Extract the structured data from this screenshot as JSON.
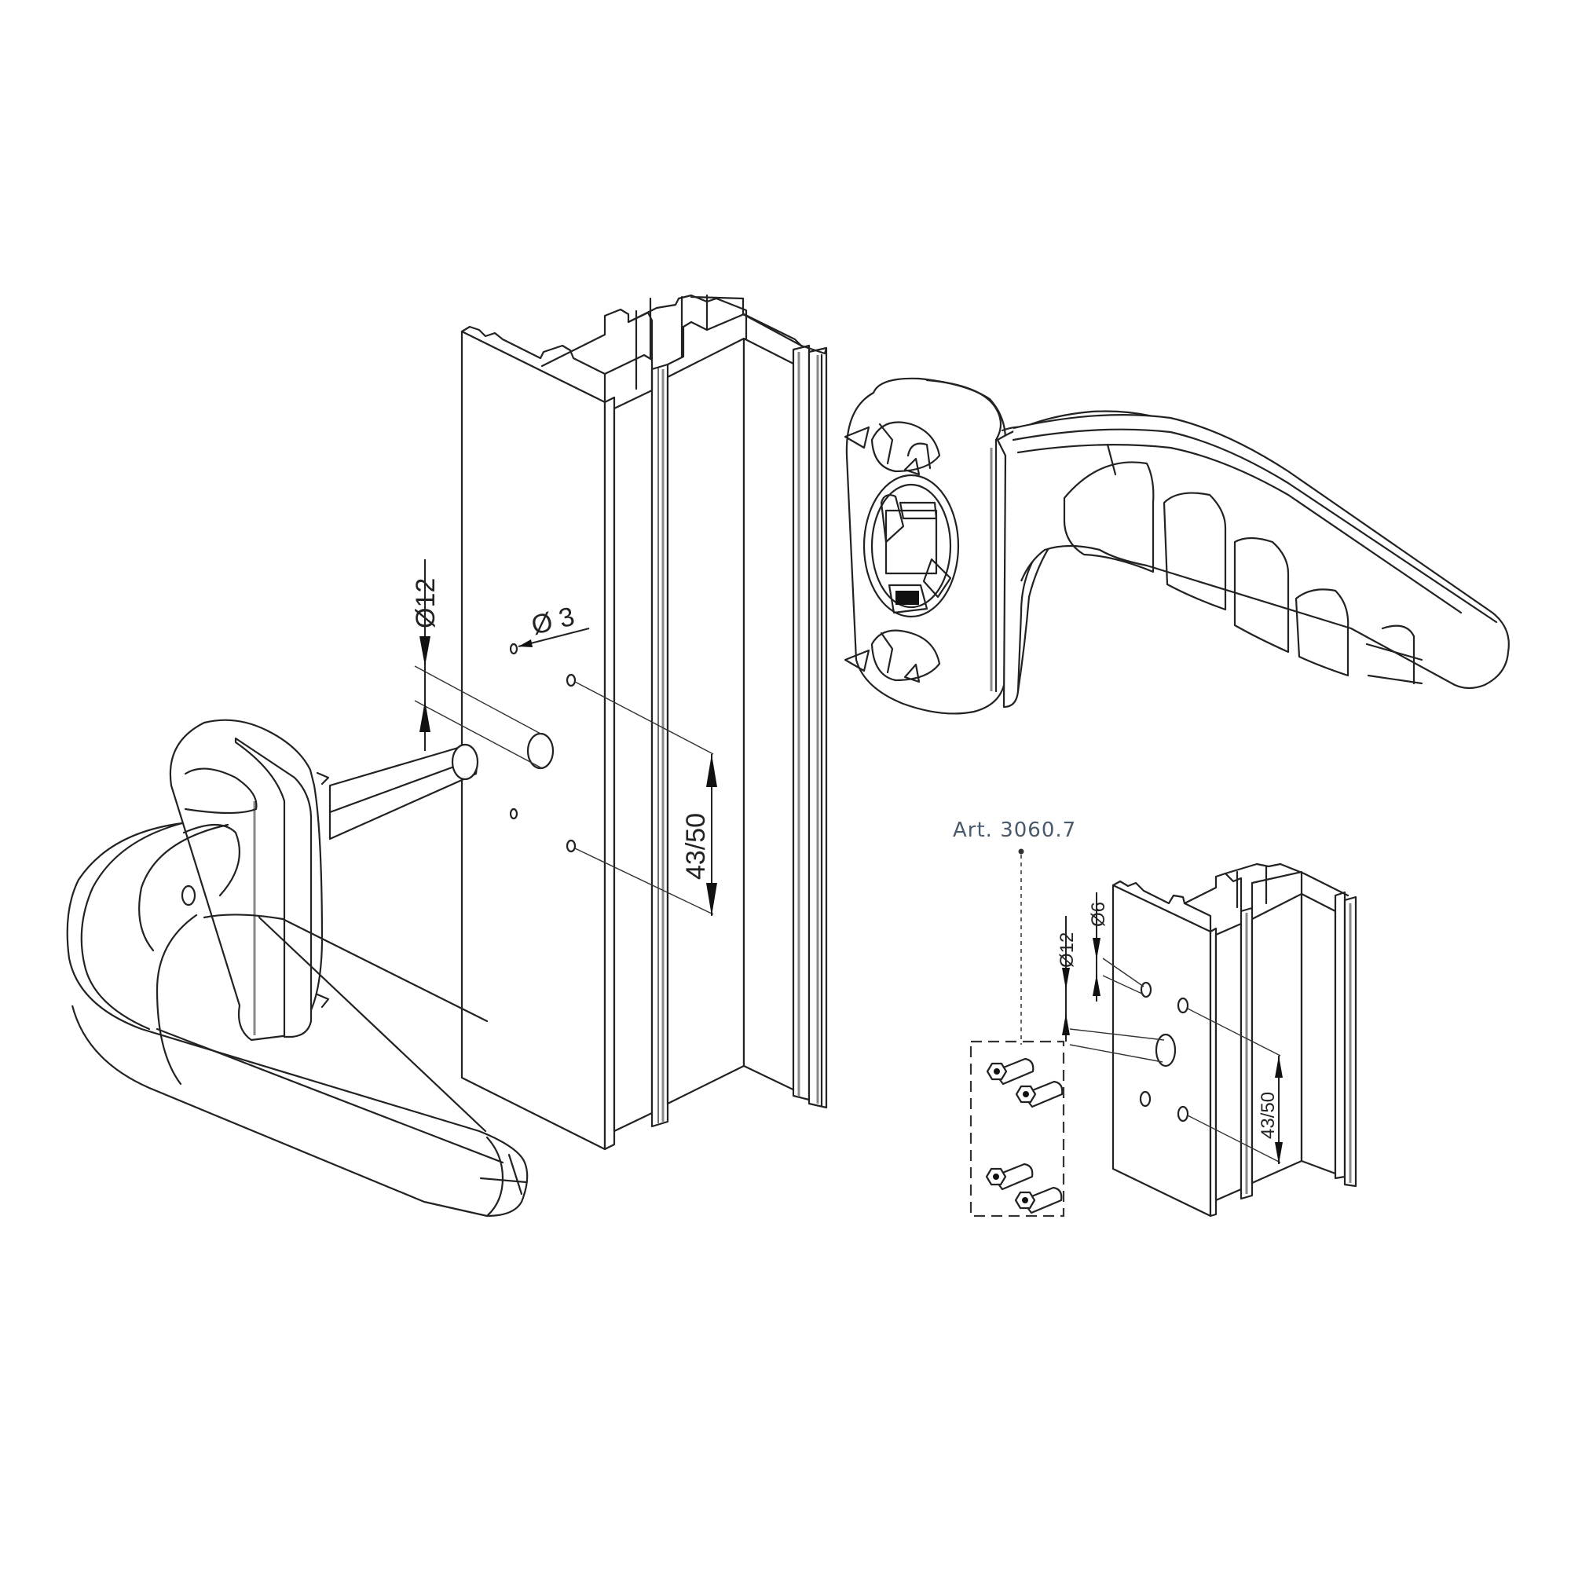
{
  "diagram": {
    "type": "exploded isometric assembly drawing",
    "subject": "window handle mounted on aluminium profile",
    "colors": {
      "line": "#222222",
      "background": "#ffffff",
      "article_label": "#4a5a6a"
    },
    "main_view": {
      "dimensions": {
        "spindle_hole_diameter": "Ø12",
        "pin_hole_diameter": "Ø 3",
        "screw_spacing": "43/50"
      },
      "parts": [
        "inner-handle-lever",
        "square-spindle",
        "aluminium-profile",
        "outer-handle-with-rose"
      ]
    },
    "detail_view": {
      "article_label": "Art. 3060.7",
      "dimensions": {
        "spindle_hole_diameter": "Ø12",
        "screw_hole_diameter": "Ø6",
        "screw_spacing": "43/50"
      },
      "screw_kit_count": 4
    }
  }
}
